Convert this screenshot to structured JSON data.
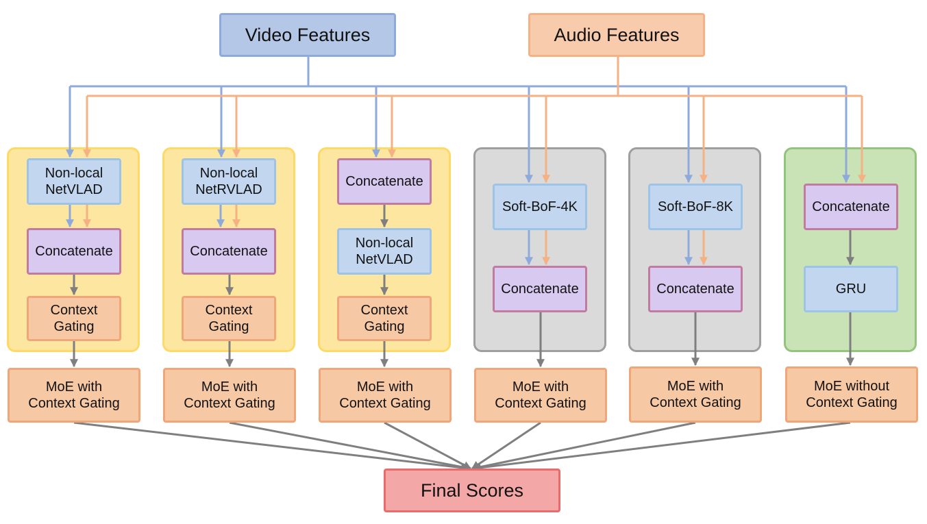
{
  "inputs": {
    "video": "Video Features",
    "audio": "Audio Features"
  },
  "branches": [
    {
      "steps": [
        "Non-local\nNetVLAD",
        "Concatenate",
        "Context\nGating"
      ],
      "moe": "MoE with\nContext Gating"
    },
    {
      "steps": [
        "Non-local\nNetRVLAD",
        "Concatenate",
        "Context\nGating"
      ],
      "moe": "MoE with\nContext Gating"
    },
    {
      "steps": [
        "Concatenate",
        "Non-local\nNetVLAD",
        "Context\nGating"
      ],
      "moe": "MoE with\nContext Gating"
    },
    {
      "steps": [
        "Soft-BoF-4K",
        "Concatenate"
      ],
      "moe": "MoE with\nContext Gating"
    },
    {
      "steps": [
        "Soft-BoF-8K",
        "Concatenate"
      ],
      "moe": "MoE with\nContext Gating"
    },
    {
      "steps": [
        "Concatenate",
        "GRU"
      ],
      "moe": "MoE without\nContext Gating"
    }
  ],
  "output": "Final Scores",
  "colors": {
    "video_arrow": "#8eaadb",
    "audio_arrow": "#f4b183",
    "flow_arrow": "#7f7f7f",
    "group_yellow": "#fde7a0",
    "group_gray": "#dadada",
    "group_green": "#c9e3b6"
  }
}
